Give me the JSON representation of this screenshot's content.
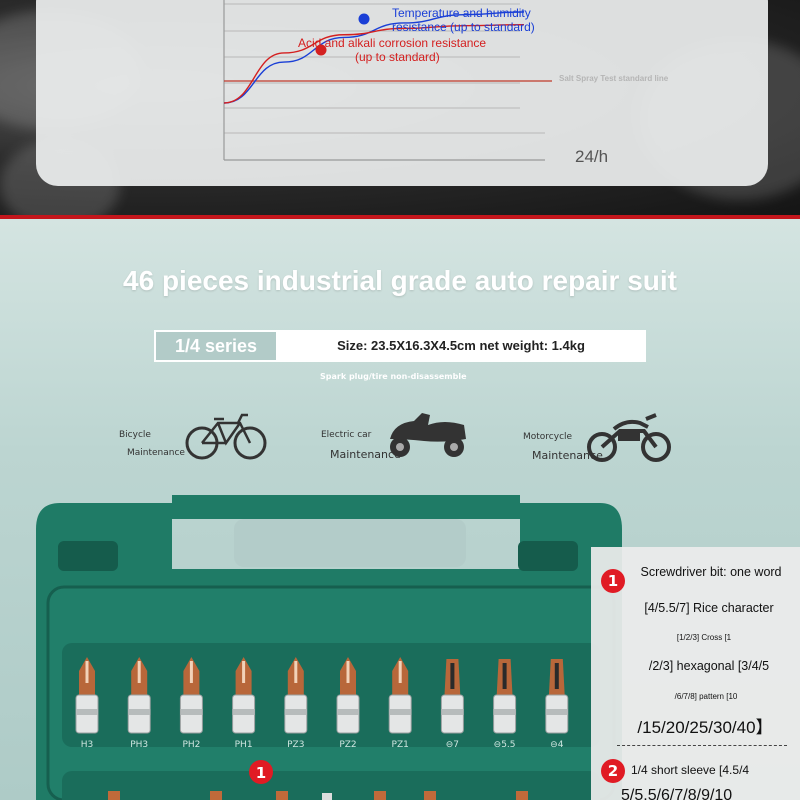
{
  "chart": {
    "legend_temp_line1": "Temperature and humidity",
    "legend_temp_line2": "resistance (up to standard)",
    "legend_acid_line1": "Acid and alkali corrosion resistance",
    "legend_acid_line2": "(up to standard)",
    "standard_line_label": "Salt Spray Test standard line",
    "x_axis_end_label": "24/h",
    "colors": {
      "temp": "#1a3fd6",
      "acid": "#d42020",
      "standard": "#c0392b"
    }
  },
  "chart_data": {
    "type": "line",
    "series": [
      {
        "name": "Temperature and humidity resistance (up to standard)",
        "color": "#1a3fd6",
        "values": [
          0,
          0.45,
          0.72,
          0.88,
          0.97,
          1.0
        ]
      },
      {
        "name": "Acid and alkali corrosion resistance (up to standard)",
        "color": "#d42020",
        "values": [
          0,
          0.55,
          0.75,
          0.82,
          0.85,
          0.86
        ]
      },
      {
        "name": "Salt Spray Test standard line",
        "color": "#c0392b",
        "values": [
          0.62,
          0.62,
          0.62,
          0.62,
          0.62,
          0.62
        ]
      }
    ],
    "xlabel": "24/h"
  },
  "product": {
    "title": "46 pieces industrial grade auto repair suit",
    "series": "1/4 series",
    "size": "Size: 23.5X16.3X4.5cm net weight: 1.4kg",
    "note": "Spark plug/tire non-disassemble"
  },
  "vehicles": [
    {
      "label": "Bicycle",
      "sub": "Maintenance",
      "icon": "bicycle-icon"
    },
    {
      "label": "Electric car",
      "sub": "Maintenance",
      "icon": "electric-scooter-icon"
    },
    {
      "label": "Motorcycle",
      "sub": "Maintenance",
      "icon": "motorcycle-icon"
    }
  ],
  "bits": [
    "H3",
    "PH3",
    "PH2",
    "PH1",
    "PZ3",
    "PZ2",
    "PZ1",
    "⊖7",
    "⊖5.5",
    "⊖4"
  ],
  "case_badge": "1",
  "info": {
    "badge1": "1",
    "line1": "Screwdriver bit: one word",
    "line2": "[4/5.5/7] Rice character",
    "line3": "[1/2/3] Cross [1",
    "line4": "/2/3] hexagonal [3/4/5",
    "line5": "/6/7/8] pattern [10",
    "line6": "/15/20/25/30/40】",
    "badge2": "2",
    "line7": "1/4 short sleeve [4.5/4",
    "line8": "5/5.5/6/7/8/9/10"
  },
  "colors": {
    "case": "#1f7b66",
    "case_dark": "#155c4c",
    "badge": "#e01b24",
    "background": "#b9d2cf"
  }
}
